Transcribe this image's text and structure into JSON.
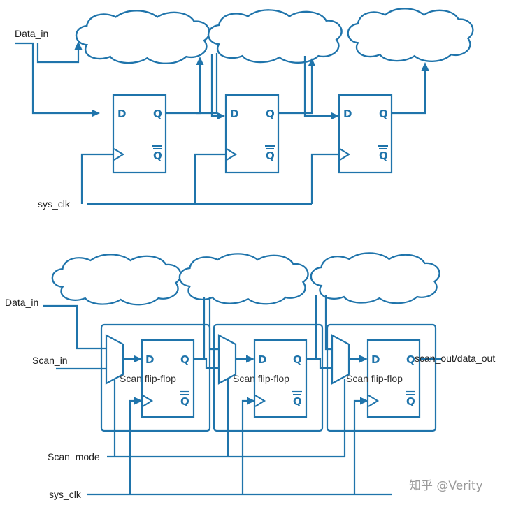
{
  "colors": {
    "line": "#1f74ab",
    "text": "#222222"
  },
  "top": {
    "data_in": "Data_in",
    "sys_clk": "sys_clk",
    "pins": {
      "d": "D",
      "q": "Q",
      "qbar": "Q"
    }
  },
  "bottom": {
    "data_in": "Data_in",
    "scan_in": "Scan_in",
    "scan_mode": "Scan_mode",
    "sys_clk": "sys_clk",
    "scan_out": "scan_out/data_out",
    "ff_name": "Scan flip-flop",
    "pins": {
      "d": "D",
      "q": "Q",
      "qbar": "Q"
    }
  },
  "watermark": "知乎 @Verity"
}
